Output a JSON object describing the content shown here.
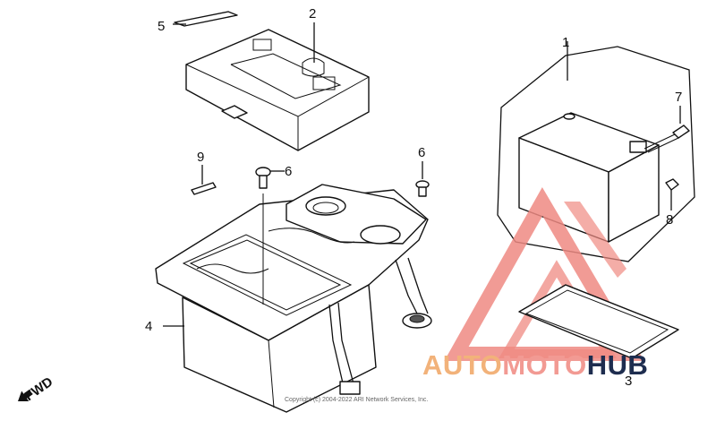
{
  "diagram": {
    "callouts": {
      "c1": "1",
      "c2": "2",
      "c3": "3",
      "c4": "4",
      "c5": "5",
      "c6a": "6",
      "c6b": "6",
      "c7": "7",
      "c8": "8",
      "c9": "9"
    },
    "fwd_label": "FWD",
    "copyright": "Copyright (c) 2004-2022 ARI Network Services, Inc."
  },
  "watermark": {
    "part_a": "AUTO",
    "part_b": "MOTO",
    "part_c": "HUB",
    "colors": {
      "auto": "#f2b27a",
      "moto": "#f29a93",
      "hub": "#1e2d4f",
      "triangle": "#ef8a82"
    }
  }
}
